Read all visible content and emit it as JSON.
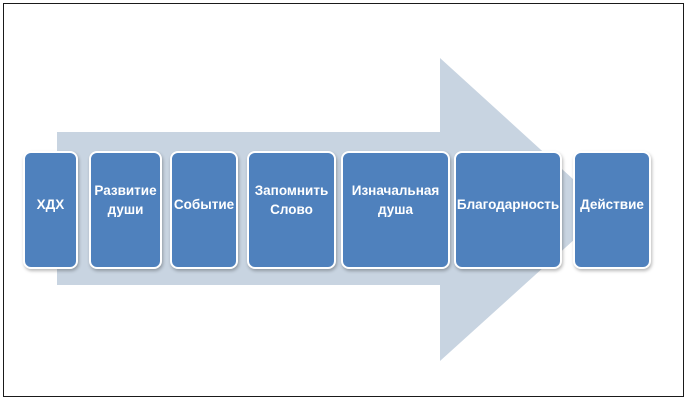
{
  "diagram": {
    "arrow_color": "#c8d4e1",
    "box_color": "#4f81bd",
    "steps": [
      {
        "label": "ХДХ"
      },
      {
        "label": "Развитие души"
      },
      {
        "label": "Событие"
      },
      {
        "label": "Запомнить Слово"
      },
      {
        "label": "Изначальная душа"
      },
      {
        "label": "Благодарность"
      },
      {
        "label": "Действие"
      }
    ]
  }
}
